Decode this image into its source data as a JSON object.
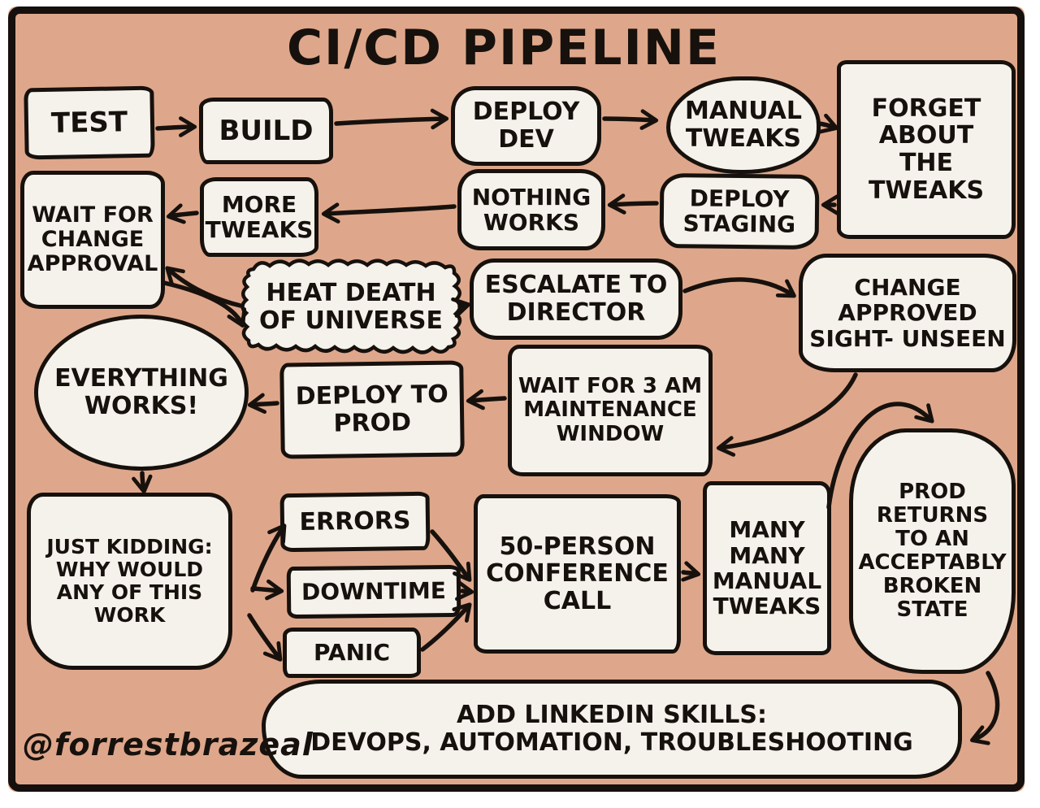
{
  "title": "CI/CD PIPELINE",
  "signature": "@forrestbrazeal",
  "colors": {
    "background": "#dea78b",
    "node_fill": "#f5f1eb",
    "ink": "#17110d",
    "outer_margin": "#ffffff"
  },
  "nodes": {
    "test": {
      "label": "TEST"
    },
    "build": {
      "label": "BUILD"
    },
    "deploy_dev": {
      "label": "DEPLOY\nDEV"
    },
    "manual_tweaks": {
      "label": "MANUAL\nTWEAKS"
    },
    "forget_tweaks": {
      "label": "FORGET\nABOUT\nTHE\nTWEAKS"
    },
    "wait_change": {
      "label": "WAIT FOR\nCHANGE\nAPPROVAL"
    },
    "more_tweaks": {
      "label": "MORE\nTWEAKS"
    },
    "nothing_works": {
      "label": "NOTHING\nWORKS"
    },
    "deploy_staging": {
      "label": "DEPLOY\nSTAGING"
    },
    "heat_death": {
      "label": "HEAT DEATH\nOF UNIVERSE"
    },
    "escalate": {
      "label": "ESCALATE TO\nDIRECTOR"
    },
    "change_approved": {
      "label": "CHANGE\nAPPROVED\nSIGHT- UNSEEN"
    },
    "everything_works": {
      "label": "EVERYTHING\nWORKS!"
    },
    "deploy_prod": {
      "label": "DEPLOY TO\nPROD"
    },
    "wait_3am": {
      "label": "WAIT FOR 3 AM\nMAINTENANCE\nWINDOW"
    },
    "just_kidding": {
      "label": "JUST KIDDING:\nWHY WOULD\nANY OF THIS\nWORK"
    },
    "errors": {
      "label": "ERRORS"
    },
    "downtime": {
      "label": "DOWNTIME"
    },
    "panic": {
      "label": "PANIC"
    },
    "conference": {
      "label": "50-PERSON\nCONFERENCE\nCALL"
    },
    "many_tweaks": {
      "label": "MANY\nMANY\nMANUAL\nTWEAKS"
    },
    "prod_returns": {
      "label": "PROD\nRETURNS\nTO AN\nACCEPTABLY\nBROKEN\nSTATE"
    },
    "linkedin": {
      "label": "ADD LINKEDIN SKILLS:\nDEVOPS, AUTOMATION, TROUBLESHOOTING"
    }
  },
  "edges": [
    {
      "from": "test",
      "to": "build"
    },
    {
      "from": "build",
      "to": "deploy_dev"
    },
    {
      "from": "deploy_dev",
      "to": "manual_tweaks"
    },
    {
      "from": "manual_tweaks",
      "to": "forget_tweaks"
    },
    {
      "from": "forget_tweaks",
      "to": "deploy_staging"
    },
    {
      "from": "deploy_staging",
      "to": "nothing_works"
    },
    {
      "from": "nothing_works",
      "to": "more_tweaks"
    },
    {
      "from": "more_tweaks",
      "to": "wait_change"
    },
    {
      "from": "wait_change",
      "to": "heat_death"
    },
    {
      "from": "heat_death",
      "to": "wait_change"
    },
    {
      "from": "heat_death",
      "to": "escalate"
    },
    {
      "from": "escalate",
      "to": "change_approved"
    },
    {
      "from": "change_approved",
      "to": "wait_3am"
    },
    {
      "from": "wait_3am",
      "to": "deploy_prod"
    },
    {
      "from": "deploy_prod",
      "to": "everything_works"
    },
    {
      "from": "everything_works",
      "to": "just_kidding"
    },
    {
      "from": "just_kidding",
      "to": "errors"
    },
    {
      "from": "just_kidding",
      "to": "downtime"
    },
    {
      "from": "just_kidding",
      "to": "panic"
    },
    {
      "from": "errors",
      "to": "conference"
    },
    {
      "from": "downtime",
      "to": "conference"
    },
    {
      "from": "panic",
      "to": "conference"
    },
    {
      "from": "conference",
      "to": "many_tweaks"
    },
    {
      "from": "many_tweaks",
      "to": "prod_returns"
    },
    {
      "from": "prod_returns",
      "to": "linkedin"
    }
  ]
}
